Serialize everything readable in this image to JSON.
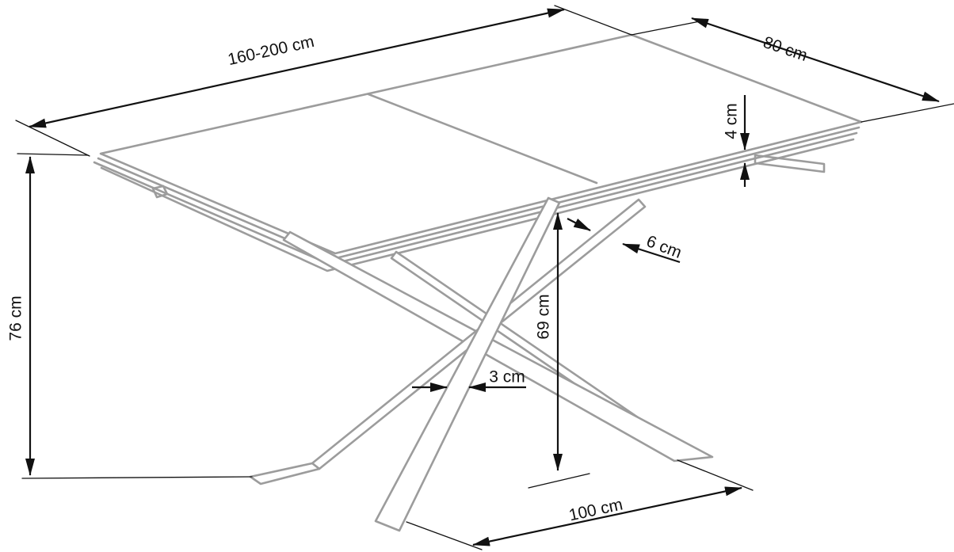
{
  "diagram": {
    "title": "Extendable dining table — technical dimension drawing",
    "type": "furniture-dimension-diagram",
    "colors": {
      "background": "#ffffff",
      "furniture_line": "#9c9c9c",
      "dimension_line": "#111111",
      "label_text": "#111111"
    },
    "dimensions": {
      "length": "160-200 cm",
      "width": "80 cm",
      "top_thickness": "4 cm",
      "leg_profile": "6 cm",
      "height": "76 cm",
      "underside_height": "69 cm",
      "leg_thickness": "3 cm",
      "feet_span": "100 cm"
    }
  }
}
